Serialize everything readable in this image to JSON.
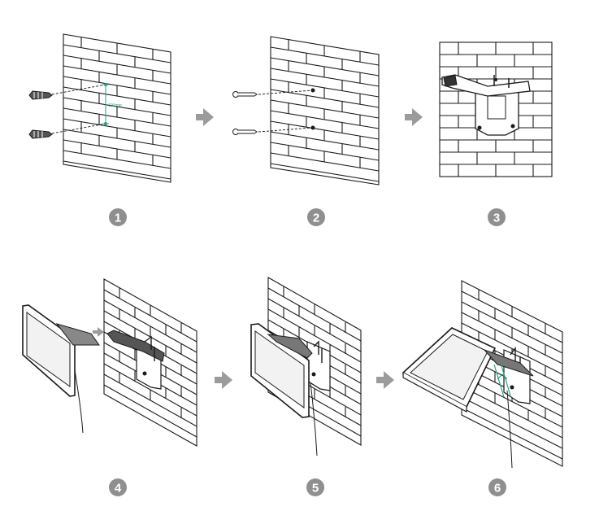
{
  "diagram": {
    "steps": [
      {
        "number": "1"
      },
      {
        "number": "2"
      },
      {
        "number": "3"
      },
      {
        "number": "4"
      },
      {
        "number": "5"
      },
      {
        "number": "6"
      }
    ],
    "dimension_label": "100mm",
    "colors": {
      "line": "#1a1a1a",
      "arrow": "#9b9b9b",
      "badge": "#8f8f8f",
      "accent": "#2e9c86",
      "screen": "#f2f2f2"
    }
  }
}
